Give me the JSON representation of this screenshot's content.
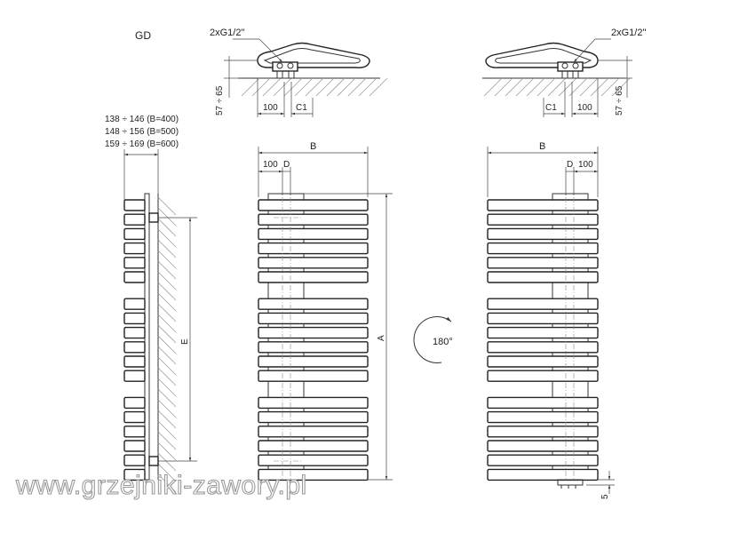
{
  "model_code": "GD",
  "top_views": {
    "left": {
      "connection_label": "2xG1/2\"",
      "height_label": "57 ÷ 65",
      "spacing_label": "100",
      "offset_label": "C1"
    },
    "right": {
      "connection_label": "2xG1/2\"",
      "height_label": "57 ÷ 65",
      "spacing_label": "100",
      "offset_label": "C1"
    }
  },
  "side_view": {
    "depth_labels": [
      "138 ÷ 146 (B=400)",
      "148 ÷ 156 (B=500)",
      "159 ÷ 169 (B=600)"
    ],
    "height_label": "E"
  },
  "front_view_left": {
    "width_label": "B",
    "spacing_label": "100",
    "d_label": "D",
    "height_label": "A"
  },
  "front_view_right": {
    "width_label": "B",
    "spacing_label": "100",
    "d_label": "D",
    "bottom_label": "5"
  },
  "rotation_label": "180°",
  "watermark": "www.grzejniki-zawory.pl",
  "bar_groups": [
    6,
    6,
    6
  ]
}
